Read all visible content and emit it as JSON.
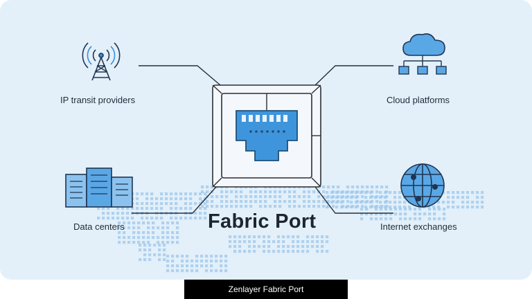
{
  "diagram": {
    "center_title": "Fabric Port",
    "nodes": [
      {
        "label": "IP transit providers",
        "icon": "antenna-tower-icon"
      },
      {
        "label": "Cloud platforms",
        "icon": "cloud-network-icon"
      },
      {
        "label": "Data centers",
        "icon": "data-center-icon"
      },
      {
        "label": "Internet exchanges",
        "icon": "globe-icon"
      }
    ],
    "center_icon": "ethernet-port-icon",
    "background": "world-map-dots"
  },
  "caption": "Zenlayer Fabric Port",
  "colors": {
    "background": "#e3f0fa",
    "accent": "#3a8fd9",
    "port_fill": "#3f95dc",
    "line": "#2b2f35",
    "map_dots": "#9ec7ea"
  }
}
